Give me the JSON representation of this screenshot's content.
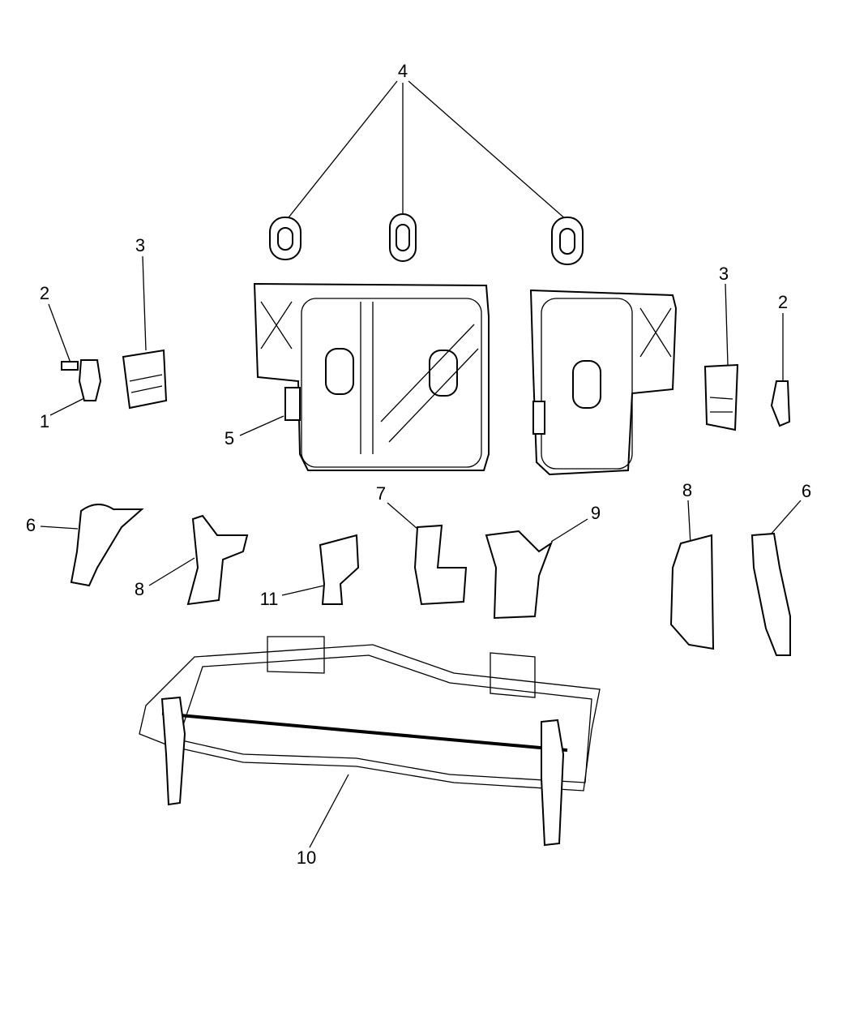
{
  "callouts": {
    "c1": "1",
    "c2_left": "2",
    "c2_right": "2",
    "c3_left": "3",
    "c3_right": "3",
    "c4": "4",
    "c5": "5",
    "c6_left": "6",
    "c6_right": "6",
    "c7": "7",
    "c8_left": "8",
    "c8_right": "8",
    "c9": "9",
    "c10": "10",
    "c11": "11"
  }
}
